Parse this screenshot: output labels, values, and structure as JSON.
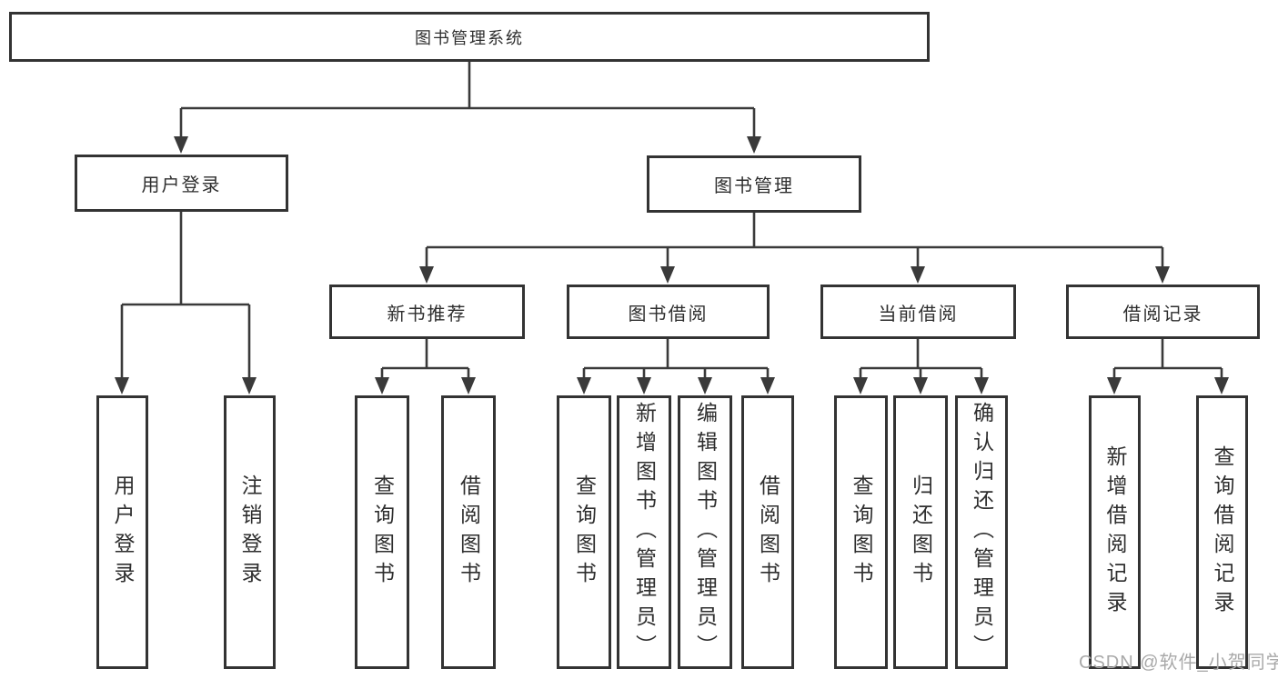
{
  "colors": {
    "line": "#3a3a3a",
    "box_border": "#333333",
    "text": "#2e2e2e",
    "watermark": "#a9a9a9",
    "background": "#ffffff"
  },
  "tree": {
    "root": "图书管理系统",
    "branches": [
      {
        "label": "用户登录",
        "children": [
          {
            "label": "用户登录"
          },
          {
            "label": "注销登录"
          }
        ]
      },
      {
        "label": "图书管理",
        "children": [
          {
            "label": "新书推荐",
            "children": [
              {
                "label": "查询图书"
              },
              {
                "label": "借阅图书"
              }
            ]
          },
          {
            "label": "图书借阅",
            "children": [
              {
                "label": "查询图书"
              },
              {
                "label": "新增图书（管理员）"
              },
              {
                "label": "编辑图书（管理员）"
              },
              {
                "label": "借阅图书"
              }
            ]
          },
          {
            "label": "当前借阅",
            "children": [
              {
                "label": "查询图书"
              },
              {
                "label": "归还图书"
              },
              {
                "label": "确认归还（管理员）"
              }
            ]
          },
          {
            "label": "借阅记录",
            "children": [
              {
                "label": "新增借阅记录"
              },
              {
                "label": "查询借阅记录"
              }
            ]
          }
        ]
      }
    ]
  },
  "watermark": {
    "text": "CSDN @软件_小贺同学"
  }
}
